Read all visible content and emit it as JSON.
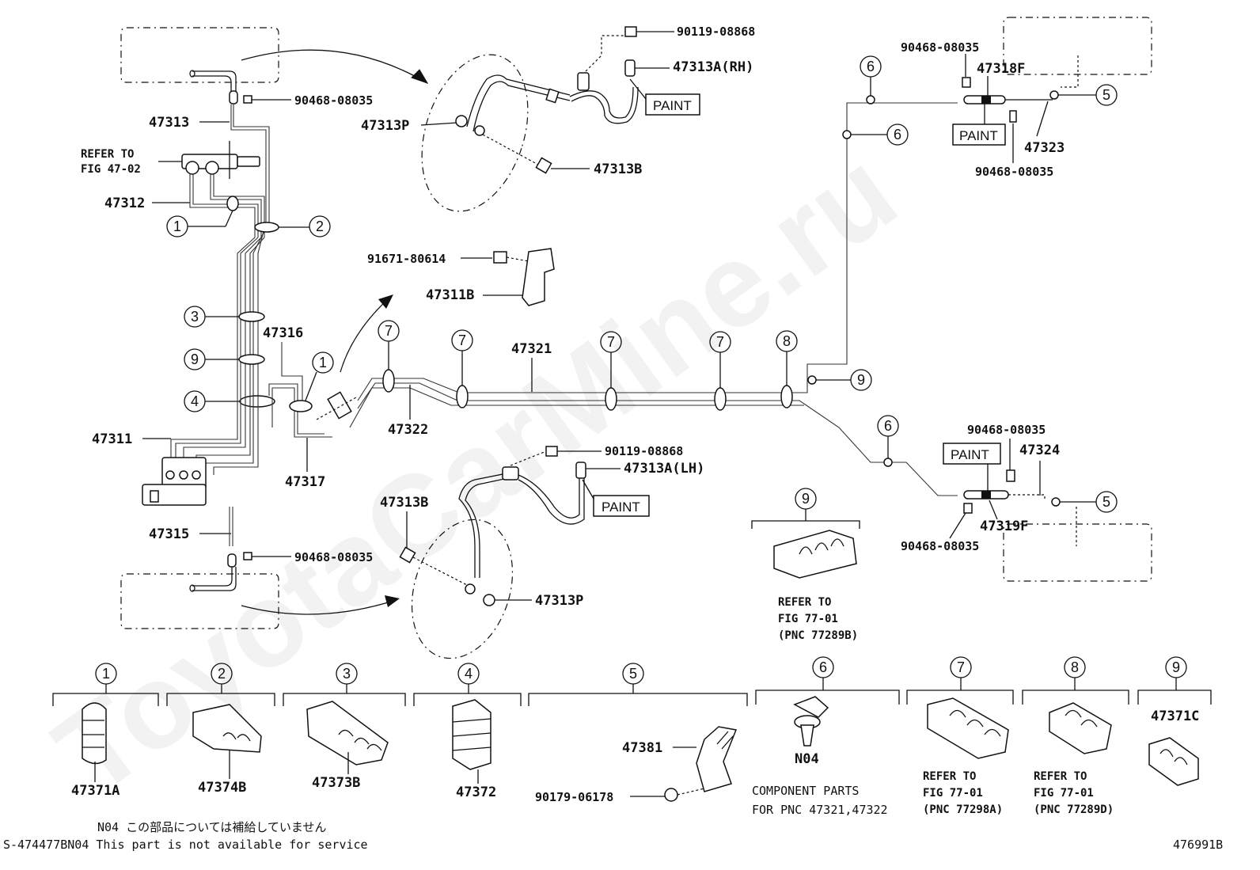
{
  "watermark": "ToyotaCarMine.ru",
  "part_labels": {
    "p47313": "47313",
    "p90468_top": "90468-08035",
    "refer_to": "REFER TO",
    "fig_47_02": "FIG 47-02",
    "p47312": "47312",
    "p47316": "47316",
    "p47311": "47311",
    "p47317": "47317",
    "p47315": "47315",
    "p90468_bottom": "90468-08035",
    "p90119_top": "90119-08868",
    "p47313A_RH": "47313A(RH)",
    "paint_rh": "PAINT",
    "p47313P_top": "47313P",
    "p47313B_top": "47313B",
    "p91671": "91671-80614",
    "p47311B": "47311B",
    "p47321": "47321",
    "p47322": "47322",
    "p90119_mid": "90119-08868",
    "p47313A_LH": "47313A(LH)",
    "paint_lh": "PAINT",
    "p47313B_bottom": "47313B",
    "p47313P_bottom": "47313P",
    "p90468_tr1": "90468-08035",
    "p47318F": "47318F",
    "paint_318": "PAINT",
    "p47323": "47323",
    "p90468_tr2": "90468-08035",
    "p90468_r1": "90468-08035",
    "paint_319": "PAINT",
    "p47324": "47324",
    "p47319F": "47319F",
    "p90468_r2": "90468-08035",
    "ref9_l1": "REFER TO",
    "ref9_l2": "FIG 77-01",
    "ref9_l3": "(PNC 77289B)"
  },
  "callouts": [
    "1",
    "2",
    "3",
    "9",
    "4",
    "7",
    "8",
    "6",
    "5"
  ],
  "legend": [
    {
      "num": "1",
      "part": "47371A"
    },
    {
      "num": "2",
      "part": "47374B"
    },
    {
      "num": "3",
      "part": "47373B"
    },
    {
      "num": "4",
      "part": "47372"
    },
    {
      "num": "5",
      "part": "47381",
      "extra": "90179-06178"
    },
    {
      "num": "6",
      "part": "N04",
      "note1": "COMPONENT PARTS",
      "note2": "FOR PNC 47321,47322"
    },
    {
      "num": "7",
      "ref1": "REFER TO",
      "ref2": "FIG 77-01",
      "ref3": "(PNC 77298A)"
    },
    {
      "num": "8",
      "ref1": "REFER TO",
      "ref2": "FIG 77-01",
      "ref3": "(PNC 77289D)"
    },
    {
      "num": "9",
      "part": "47371C"
    }
  ],
  "footer": {
    "note_jp": "N04 この部品については補給していません",
    "note_en": "S-474477BN04 This part is not available for service",
    "code": "476991B"
  }
}
